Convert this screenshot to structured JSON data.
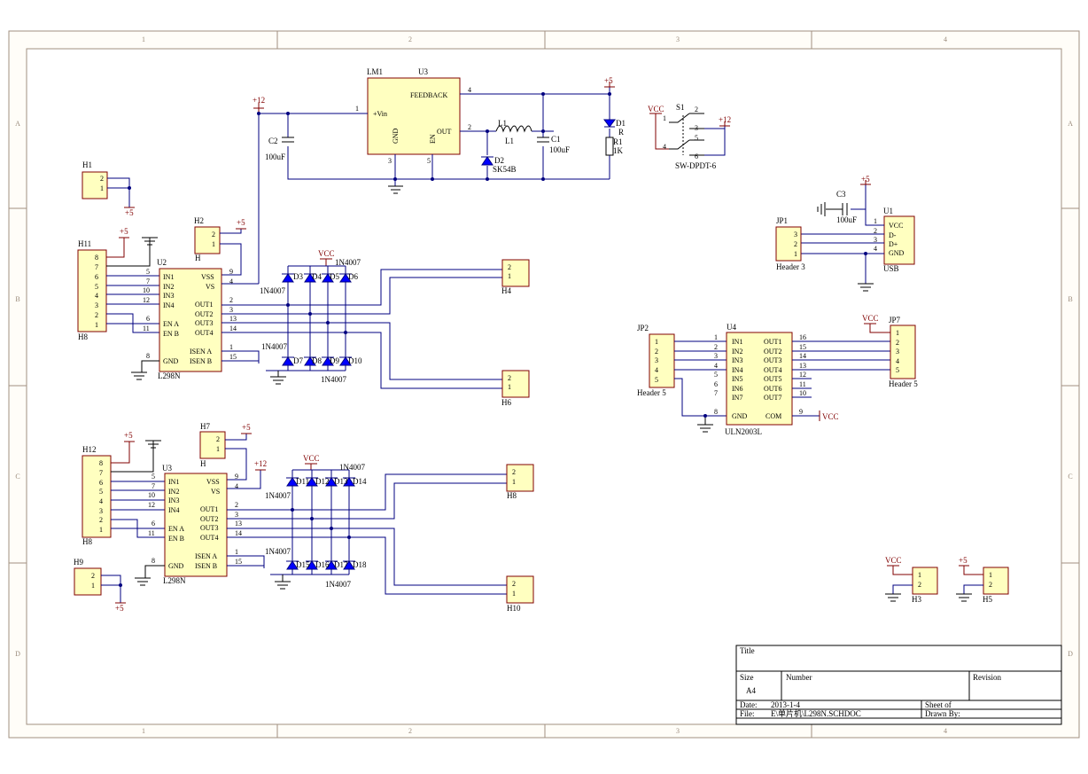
{
  "grid": {
    "columns": [
      "1",
      "2",
      "3",
      "4"
    ],
    "rows": [
      "A",
      "B",
      "C",
      "D"
    ]
  },
  "title_block": {
    "title_label": "Title",
    "size_label": "Size",
    "size_value": "A4",
    "number_label": "Number",
    "revision_label": "Revision",
    "date_label": "Date:",
    "date_value": "2013-1-4",
    "file_label": "File:",
    "file_value": "E\\单片机\\L298N.SCHDOC",
    "sheet_label": "Sheet    of",
    "drawn_label": "Drawn By:"
  },
  "regulator": {
    "designator_lm": "LM1",
    "designator_u": "U3",
    "pin_vin": "+Vin",
    "pin_feedback": "FEEDBACK",
    "pin_out": "OUT",
    "pin_gnd": "GND",
    "pin_en": "EN",
    "pin1": "1",
    "pin2": "2",
    "pin3": "3",
    "pin4": "4",
    "pin5": "5",
    "c2": "C2",
    "c2_val": "100uF",
    "c1": "C1",
    "c1_val": "100uF",
    "l1_top": "L1",
    "l1_bot": "L1",
    "d2": "D2",
    "d2_val": "SK54B",
    "d1": "D1",
    "r_lbl": "R",
    "r1": "R1",
    "r1_val": "1K",
    "pwr_in": "+12",
    "pwr_out": "+5"
  },
  "switch": {
    "designator": "S1",
    "part": "SW-DPDT-6",
    "vcc": "VCC",
    "p12": "+12",
    "pins": [
      "1",
      "2",
      "3",
      "4",
      "5",
      "6"
    ]
  },
  "usb": {
    "designator": "U1",
    "part": "USB",
    "pins": [
      "VCC",
      "D-",
      "D+",
      "GND"
    ],
    "pin_nums": [
      "1",
      "2",
      "3",
      "4"
    ],
    "c3": "C3",
    "c3_val": "100uF",
    "pwr": "+5"
  },
  "jp1": {
    "designator": "JP1",
    "part": "Header 3",
    "pins": [
      "3",
      "2",
      "1"
    ]
  },
  "h1": {
    "designator": "H1",
    "pins": [
      "2",
      "1"
    ],
    "pwr": "+5"
  },
  "h2": {
    "designator": "H2",
    "part": "H",
    "pins": [
      "2",
      "1"
    ],
    "pwr": "+5"
  },
  "h11": {
    "designator": "H11",
    "part": "H8",
    "pins": [
      "8",
      "7",
      "6",
      "5",
      "4",
      "3",
      "2",
      "1"
    ],
    "pwr": "+5"
  },
  "u2": {
    "designator": "U2",
    "part": "L298N",
    "left_pins": [
      "IN1",
      "IN2",
      "IN3",
      "IN4",
      "EN A",
      "EN B",
      "GND"
    ],
    "left_nums": [
      "5",
      "7",
      "10",
      "12",
      "6",
      "11",
      "8"
    ],
    "right_pins": [
      "VSS",
      "VS",
      "OUT1",
      "OUT2",
      "OUT3",
      "OUT4",
      "ISEN A",
      "ISEN B"
    ],
    "right_nums": [
      "9",
      "4",
      "2",
      "3",
      "13",
      "14",
      "1",
      "15"
    ],
    "pwr": "+12"
  },
  "bridge1": {
    "vcc": "VCC",
    "top_part_l": "1N4007",
    "top_part_r": "1N4007",
    "bot_part_l": "1N4007",
    "bot_part_r": "1N4007",
    "top_diodes": [
      "D3",
      "D4",
      "D5",
      "D6"
    ],
    "bot_diodes": [
      "D7",
      "D8",
      "D9",
      "D10"
    ]
  },
  "h4": {
    "designator": "H4",
    "pins": [
      "2",
      "1"
    ]
  },
  "h6": {
    "designator": "H6",
    "pins": [
      "2",
      "1"
    ]
  },
  "h7": {
    "designator": "H7",
    "part": "H",
    "pins": [
      "2",
      "1"
    ],
    "pwr": "+5"
  },
  "h12": {
    "designator": "H12",
    "part": "H8",
    "pins": [
      "8",
      "7",
      "6",
      "5",
      "4",
      "3",
      "2",
      "1"
    ],
    "pwr": "+5"
  },
  "u3b": {
    "designator": "U3",
    "part": "L298N",
    "left_pins": [
      "IN1",
      "IN2",
      "IN3",
      "IN4",
      "EN A",
      "EN B",
      "GND"
    ],
    "left_nums": [
      "5",
      "7",
      "10",
      "12",
      "6",
      "11",
      "8"
    ],
    "right_pins": [
      "VSS",
      "VS",
      "OUT1",
      "OUT2",
      "OUT3",
      "OUT4",
      "ISEN A",
      "ISEN B"
    ],
    "right_nums": [
      "9",
      "4",
      "2",
      "3",
      "13",
      "14",
      "1",
      "15"
    ],
    "pwr": "+12"
  },
  "bridge2": {
    "vcc": "VCC",
    "top_part_l": "1N4007",
    "top_part_r": "1N4007",
    "bot_part_l": "1N4007",
    "bot_part_r": "1N4007",
    "top_diodes": [
      "D11",
      "D12",
      "D13",
      "D14"
    ],
    "bot_diodes": [
      "D15",
      "D16",
      "D17",
      "D18"
    ]
  },
  "h8": {
    "designator": "H8",
    "pins": [
      "2",
      "1"
    ]
  },
  "h10": {
    "designator": "H10",
    "pins": [
      "2",
      "1"
    ]
  },
  "h9": {
    "designator": "H9",
    "pins": [
      "2",
      "1"
    ],
    "pwr": "+5"
  },
  "jp2": {
    "designator": "JP2",
    "part": "Header 5",
    "pins": [
      "1",
      "2",
      "3",
      "4",
      "5"
    ]
  },
  "u4": {
    "designator": "U4",
    "part": "ULN2003L",
    "left_pins": [
      "IN1",
      "IN2",
      "IN3",
      "IN4",
      "IN5",
      "IN6",
      "IN7",
      "GND"
    ],
    "left_nums": [
      "1",
      "2",
      "3",
      "4",
      "5",
      "6",
      "7",
      "8"
    ],
    "right_pins": [
      "OUT1",
      "OUT2",
      "OUT3",
      "OUT4",
      "OUT5",
      "OUT6",
      "OUT7",
      "COM"
    ],
    "right_nums": [
      "16",
      "15",
      "14",
      "13",
      "12",
      "11",
      "10",
      "9"
    ],
    "vcc": "VCC"
  },
  "jp7": {
    "designator": "JP7",
    "part": "Header 5",
    "pins": [
      "1",
      "2",
      "3",
      "4",
      "5"
    ],
    "vcc": "VCC"
  },
  "h3": {
    "designator": "H3",
    "pins": [
      "1",
      "2"
    ],
    "vcc": "VCC"
  },
  "h5": {
    "designator": "H5",
    "pins": [
      "1",
      "2"
    ],
    "pwr": "+5"
  }
}
